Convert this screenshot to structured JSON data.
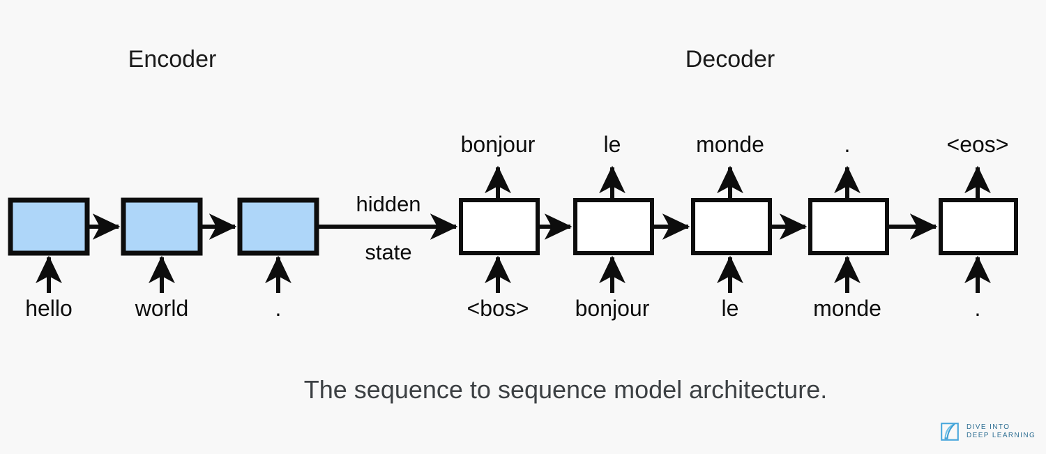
{
  "figure": {
    "caption": "The sequence to sequence model architecture.",
    "background_color": "#f8f8f8",
    "encoder_block_color": "#aed6f9",
    "decoder_block_color": "#ffffff",
    "stroke_color": "#0d0d0d"
  },
  "sections": {
    "encoder_title": "Encoder",
    "decoder_title": "Decoder"
  },
  "flow": {
    "hidden_label": "hidden",
    "state_label": "state"
  },
  "encoder": {
    "cells": [
      {
        "input_token": "hello"
      },
      {
        "input_token": "world"
      },
      {
        "input_token": "."
      }
    ]
  },
  "decoder": {
    "cells": [
      {
        "input_token": "<bos>",
        "output_token": "bonjour"
      },
      {
        "input_token": "bonjour",
        "output_token": "le"
      },
      {
        "input_token": "le",
        "output_token": "monde"
      },
      {
        "input_token": "monde",
        "output_token": "."
      },
      {
        "input_token": ".",
        "output_token": "<eos>"
      }
    ]
  },
  "branding": {
    "line1": "DIVE INTO",
    "line2": "DEEP LEARNING",
    "accent_color": "#3aa0d8"
  }
}
